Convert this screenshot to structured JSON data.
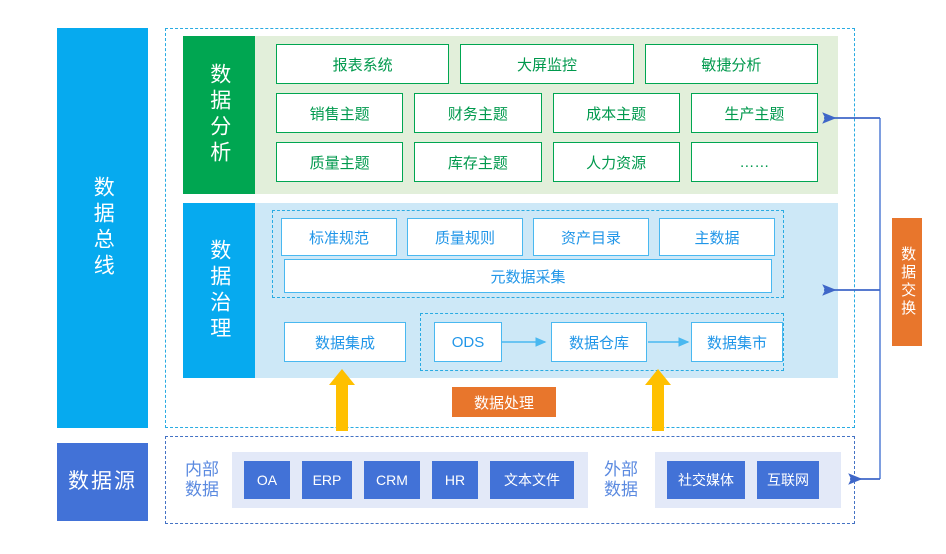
{
  "layers": {
    "data_bus": "数据总线",
    "data_source": "数据源",
    "data_exchange": "数据交换"
  },
  "analysis": {
    "label": "数据分析",
    "rows": [
      [
        "报表系统",
        "大屏监控",
        "敏捷分析"
      ],
      [
        "销售主题",
        "财务主题",
        "成本主题",
        "生产主题"
      ],
      [
        "质量主题",
        "库存主题",
        "人力资源",
        "……"
      ]
    ]
  },
  "governance": {
    "label": "数据治理",
    "rules": [
      "标准规范",
      "质量规则",
      "资产目录",
      "主数据"
    ],
    "metadata": "元数据采集",
    "integration": "数据集成",
    "pipeline": [
      "ODS",
      "数据仓库",
      "数据集市"
    ]
  },
  "processing": {
    "label": "数据处理"
  },
  "sources": {
    "internal_label": "内部数据",
    "internal": [
      "OA",
      "ERP",
      "CRM",
      "HR",
      "文本文件"
    ],
    "external_label": "外部数据",
    "external": [
      "社交媒体",
      "互联网"
    ]
  },
  "colors": {
    "bus_blue": "#06aaef",
    "source_blue": "#4272d7",
    "analysis_green": "#00a651",
    "analysis_band": "#e2efda",
    "governance_band": "#cde8f7",
    "exchange_orange": "#e8762c",
    "arrow_yellow": "#ffc000",
    "connector_blue": "#3f67c8"
  }
}
